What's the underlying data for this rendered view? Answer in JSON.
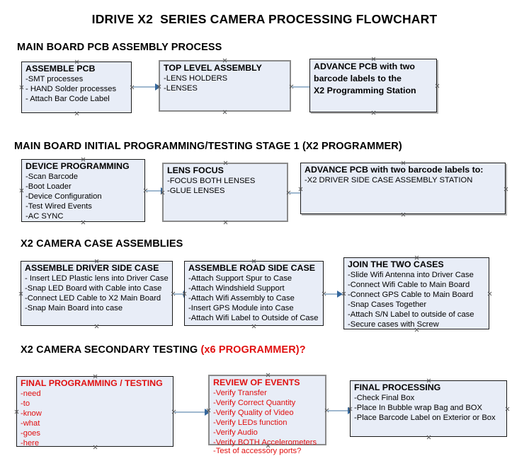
{
  "document": {
    "title": "IDRIVE X2  SERIES CAMERA PROCESSING FLOWCHART",
    "accent_red": "#e01010",
    "box_fill": "#e8edf7",
    "arrow_color": "#9fb8cf",
    "arrowhead_color": "#35689e"
  },
  "sections": [
    {
      "id": "main-board-pcb-assembly",
      "heading": "MAIN BOARD PCB ASSEMBLY PROCESS",
      "heading_accent": "",
      "nodes": [
        {
          "id": "assemble-pcb",
          "title": "ASSEMBLE PCB",
          "lines": [
            "-SMT processes",
            "- HAND Solder processes",
            "- Attach Bar Code Label"
          ]
        },
        {
          "id": "top-level-assembly",
          "title": "TOP LEVEL ASSEMBLY",
          "lines": [
            "-LENS HOLDERS",
            "-LENSES"
          ]
        },
        {
          "id": "advance-pcb-to-programming-station",
          "title": "ADVANCE PCB with two",
          "title_lines": [
            "ADVANCE PCB with two",
            "barcode labels to the",
            " X2 Programming Station"
          ],
          "lines": []
        }
      ]
    },
    {
      "id": "main-board-initial-programming",
      "heading": "MAIN BOARD INITIAL PROGRAMMING/TESTING STAGE 1 (X2 PROGRAMMER)",
      "heading_accent": "",
      "nodes": [
        {
          "id": "device-programming",
          "title": "DEVICE PROGRAMMING",
          "lines": [
            "-Scan Barcode",
            "-Boot Loader",
            "-Device Configuration",
            "-Test Wired Events",
            "-AC SYNC"
          ]
        },
        {
          "id": "lens-focus",
          "title": "LENS FOCUS",
          "lines": [
            "-FOCUS BOTH LENSES",
            "-GLUE LENSES"
          ]
        },
        {
          "id": "advance-pcb-to-driver-side-case",
          "title": "ADVANCE PCB with two barcode labels to:",
          "lines": [
            "-X2 DRIVER  SIDE  CASE  ASSEMBLY STATION"
          ]
        }
      ]
    },
    {
      "id": "x2-camera-case-assemblies",
      "heading": "X2 CAMERA CASE ASSEMBLIES",
      "heading_accent": "",
      "nodes": [
        {
          "id": "assemble-driver-side-case",
          "title": "ASSEMBLE DRIVER SIDE CASE",
          "lines": [
            "- Insert LED Plastic lens into Driver Case",
            "-Snap LED Board with Cable into Case",
            "-Connect LED Cable to X2 Main Board",
            "-Snap Main Board into case"
          ]
        },
        {
          "id": "assemble-road-side-case",
          "title": "ASSEMBLE ROAD SIDE CASE",
          "lines": [
            "-Attach Support Spur to Case",
            "-Attach Windshield Support",
            "-Attach Wifi Assembly to Case",
            "-Insert GPS Module into Case",
            "-Attach Wifi Label to Outside of Case"
          ]
        },
        {
          "id": "join-the-two-cases",
          "title": "JOIN THE TWO CASES",
          "lines": [
            "-Slide Wifi Antenna into Driver Case",
            "-Connect Wifi Cable to Main Board",
            "-Connect GPS Cable to Main Board",
            "-Snap Cases Together",
            "-Attach S/N Label to outside of case",
            "-Secure cases with Screw"
          ]
        }
      ]
    },
    {
      "id": "x2-camera-secondary-testing",
      "heading": "X2 CAMERA SECONDARY TESTING ",
      "heading_accent": "(x6 PROGRAMMER)?",
      "nodes": [
        {
          "id": "final-programming-testing",
          "title": "FINAL PROGRAMMING / TESTING",
          "lines": [
            "-need",
            "-to",
            "-know",
            "-what",
            "-goes",
            "-here"
          ]
        },
        {
          "id": "review-of-events",
          "title": "REVIEW OF EVENTS",
          "lines": [
            "-Verify Transfer",
            "-Verify Correct Quantity",
            "-Verify Quality of Video",
            "-Verify LEDs function",
            "-Verify Audio",
            "-Verify BOTH Accelerometers"
          ],
          "overflow_line": "-Test of accessory ports?"
        },
        {
          "id": "final-processing",
          "title": "FINAL PROCESSING",
          "lines": [
            " -Check Final Box",
            "-Place In Bubble wrap Bag and BOX",
            "-Place Barcode Label on Exterior or Box"
          ]
        }
      ]
    }
  ]
}
